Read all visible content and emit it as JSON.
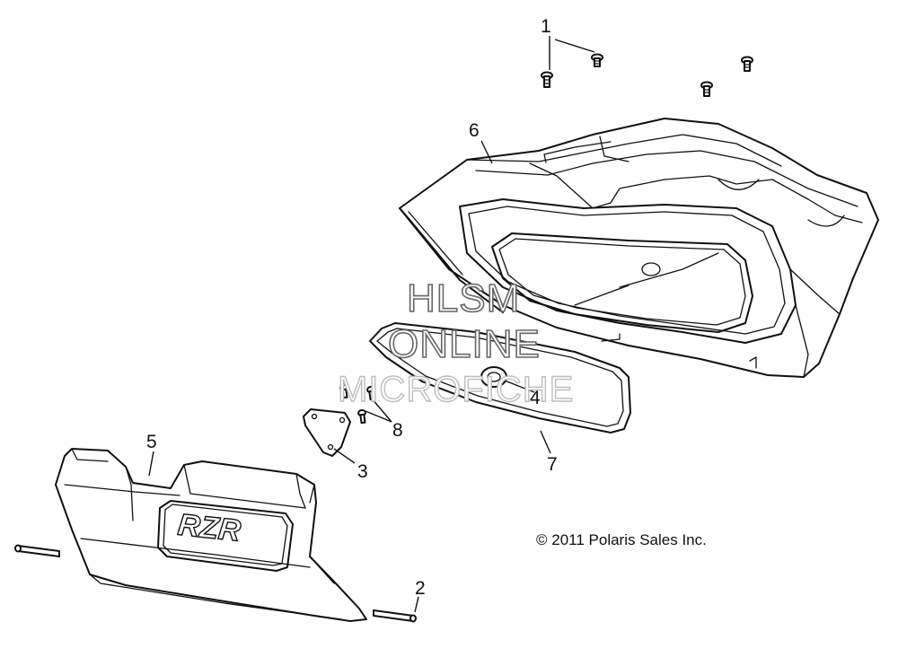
{
  "callouts": [
    {
      "id": "1",
      "label": "1"
    },
    {
      "id": "2",
      "label": "2"
    },
    {
      "id": "3",
      "label": "3"
    },
    {
      "id": "4",
      "label": "4"
    },
    {
      "id": "5",
      "label": "5"
    },
    {
      "id": "6",
      "label": "6"
    },
    {
      "id": "7",
      "label": "7"
    },
    {
      "id": "8",
      "label": "8"
    }
  ],
  "watermark": {
    "line1": "HLSM",
    "line2": "ONLINE",
    "line3": "MICROFICHE"
  },
  "copyright": "© 2011 Polaris Sales Inc.",
  "logo_text": "RZR"
}
